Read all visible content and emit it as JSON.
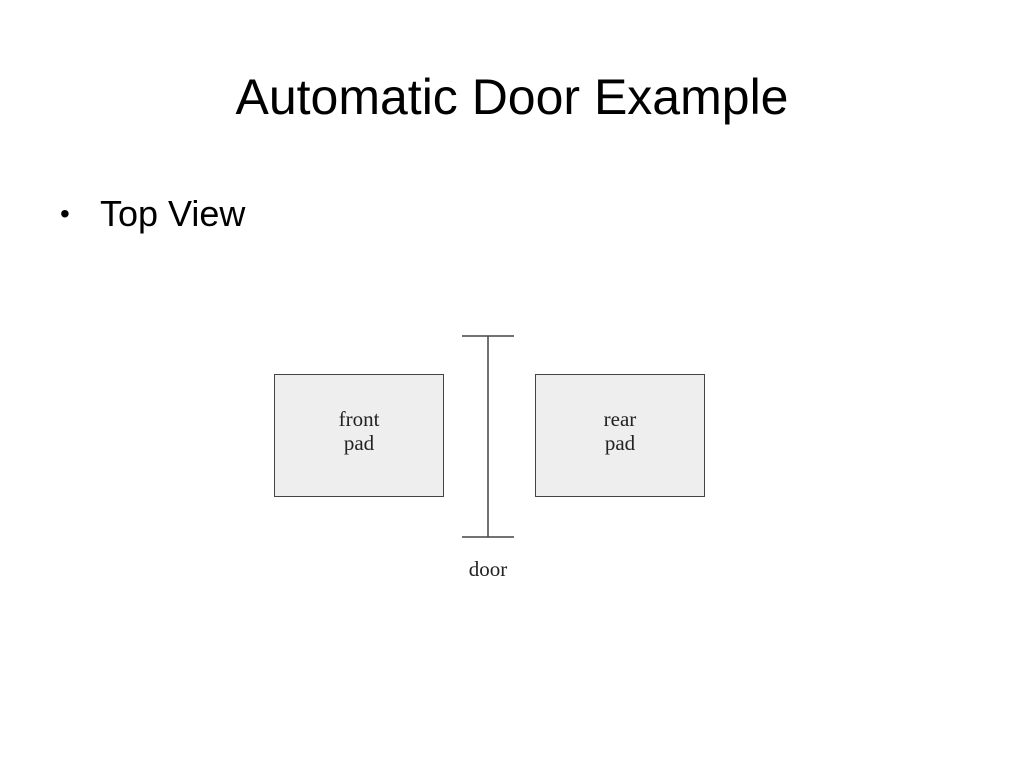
{
  "slide": {
    "title": "Automatic Door Example",
    "bullet": "Top View",
    "bullet_marker": "•"
  },
  "diagram": {
    "front_pad": {
      "line1": "front",
      "line2": "pad"
    },
    "rear_pad": {
      "line1": "rear",
      "line2": "pad"
    },
    "door_label": "door",
    "colors": {
      "pad_fill": "#eeeeee",
      "stroke": "#444444"
    }
  }
}
